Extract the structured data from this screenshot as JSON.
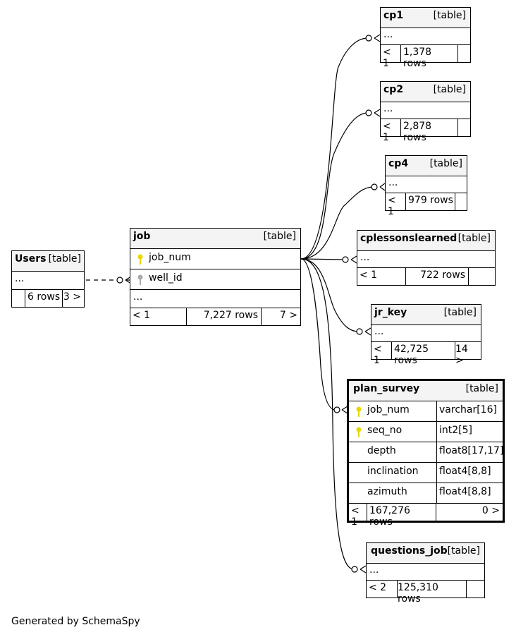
{
  "tables": {
    "users": {
      "name": "Users",
      "kind": "[table]",
      "row": "...",
      "rows": "6 rows",
      "children": "3 >"
    },
    "job": {
      "name": "job",
      "kind": "[table]",
      "columns": [
        {
          "name": "job_num"
        },
        {
          "name": "well_id"
        }
      ],
      "more": "...",
      "parents": "< 1",
      "rows": "7,227 rows",
      "children": "7 >"
    },
    "cp1": {
      "name": "cp1",
      "kind": "[table]",
      "row": "...",
      "parents": "< 1",
      "rows": "1,378 rows"
    },
    "cp2": {
      "name": "cp2",
      "kind": "[table]",
      "row": "...",
      "parents": "< 1",
      "rows": "2,878 rows"
    },
    "cp4": {
      "name": "cp4",
      "kind": "[table]",
      "row": "...",
      "parents": "< 1",
      "rows": "979 rows"
    },
    "cplessonslearned": {
      "name": "cplessonslearned",
      "kind": "[table]",
      "row": "...",
      "parents": "< 1",
      "rows": "722 rows"
    },
    "jr_key": {
      "name": "jr_key",
      "kind": "[table]",
      "row": "...",
      "parents": "< 1",
      "rows": "42,725 rows",
      "children": "14 >"
    },
    "plan_survey": {
      "name": "plan_survey",
      "kind": "[table]",
      "columns": [
        {
          "name": "job_num",
          "type": "varchar[16]"
        },
        {
          "name": "seq_no",
          "type": "int2[5]"
        },
        {
          "name": "depth",
          "type": "float8[17,17]"
        },
        {
          "name": "inclination",
          "type": "float4[8,8]"
        },
        {
          "name": "azimuth",
          "type": "float4[8,8]"
        }
      ],
      "parents": "< 1",
      "rows": "167,276 rows",
      "children": "0 >"
    },
    "questions_job": {
      "name": "questions_job",
      "kind": "[table]",
      "row": "...",
      "parents": "< 2",
      "rows": "125,310 rows"
    }
  },
  "footer": "Generated by SchemaSpy",
  "colors": {
    "primary_key": "#e8d800",
    "foreign_key": "#aaaaaa",
    "header_bg": "#f4f4f4"
  }
}
